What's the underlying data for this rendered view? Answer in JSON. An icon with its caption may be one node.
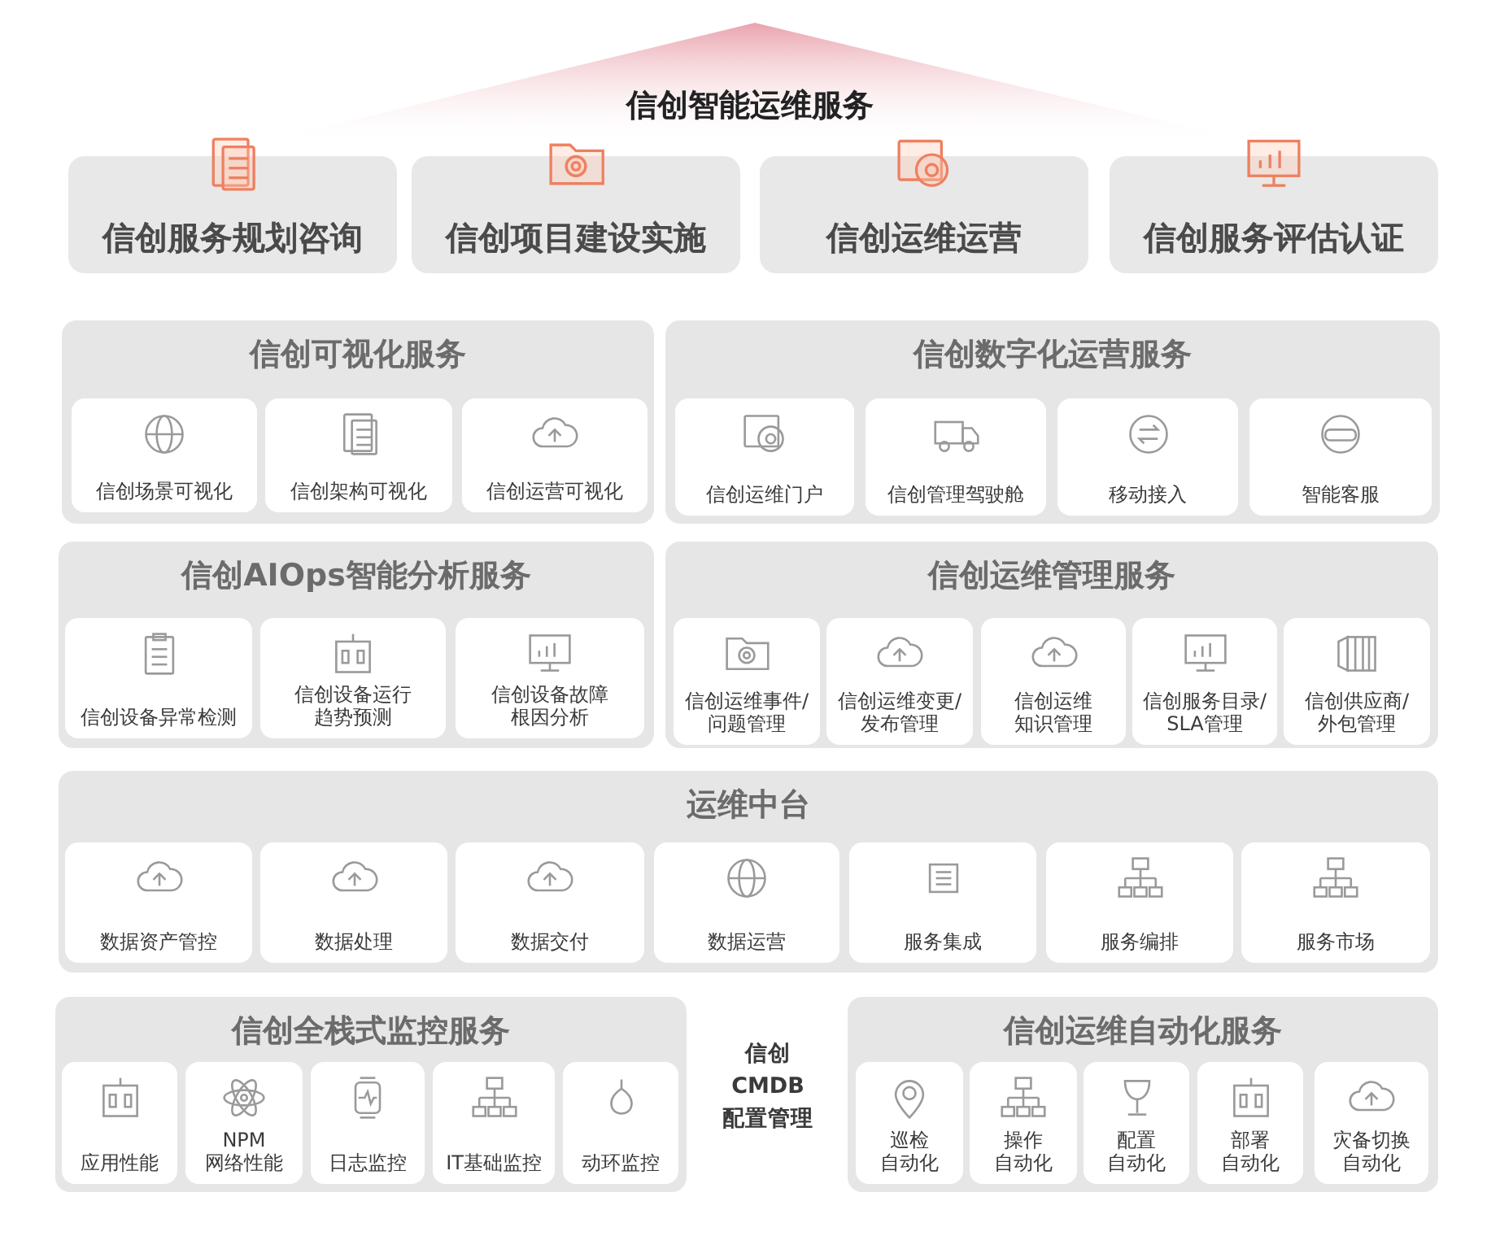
{
  "diagram": {
    "title": "信创智能运维服务",
    "nodes": [
      {
        "text": [
          "信创服务规划咨询"
        ]
      },
      {
        "text": [
          "信创项目建设实施"
        ]
      },
      {
        "text": [
          "信创运维运营"
        ]
      },
      {
        "text": [
          "信创服务评估认证"
        ]
      },
      {
        "text": [
          "信创可视化服务"
        ]
      },
      {
        "text": [
          "信创场景可视化"
        ],
        "in": 4
      },
      {
        "text": [
          "信创架构可视化"
        ],
        "in": 4
      },
      {
        "text": [
          "信创运营可视化"
        ],
        "in": 4
      },
      {
        "text": [
          "信创数字化运营服务"
        ]
      },
      {
        "text": [
          "信创运维门户"
        ],
        "in": 8
      },
      {
        "text": [
          "信创管理驾驶舱"
        ],
        "in": 8
      },
      {
        "text": [
          "移动接入"
        ],
        "in": 8
      },
      {
        "text": [
          "智能客服"
        ],
        "in": 8
      },
      {
        "text": [
          "信创AIOps智能分析服务"
        ]
      },
      {
        "text": [
          "信创设备异常检测"
        ],
        "in": 13
      },
      {
        "text": [
          "信创设备运行趋势预测"
        ],
        "in": 13
      },
      {
        "text": [
          "信创设备故障根因分析"
        ],
        "in": 13
      },
      {
        "text": [
          "信创运维管理服务"
        ]
      },
      {
        "text": [
          "信创运维事件/问题管理"
        ],
        "in": 17
      },
      {
        "text": [
          "信创运维变更/发布管理"
        ],
        "in": 17
      },
      {
        "text": [
          "信创运维知识管理"
        ],
        "in": 17
      },
      {
        "text": [
          "信创服务目录/SLA管理"
        ],
        "in": 17
      },
      {
        "text": [
          "信创供应商/外包管理"
        ],
        "in": 17
      },
      {
        "text": [
          "运维中台"
        ]
      },
      {
        "text": [
          "数据资产管控"
        ],
        "in": 23
      },
      {
        "text": [
          "数据处理"
        ],
        "in": 23
      },
      {
        "text": [
          "数据交付"
        ],
        "in": 23
      },
      {
        "text": [
          "数据运营"
        ],
        "in": 23
      },
      {
        "text": [
          "服务集成"
        ],
        "in": 23
      },
      {
        "text": [
          "服务编排"
        ],
        "in": 23
      },
      {
        "text": [
          "服务市场"
        ],
        "in": 23
      },
      {
        "text": [
          "信创全栈式监控服务"
        ]
      },
      {
        "text": [
          "应用性能"
        ],
        "in": 31
      },
      {
        "text": [
          "NPM 网络性能"
        ],
        "in": 31
      },
      {
        "text": [
          "日志监控"
        ],
        "in": 31
      },
      {
        "text": [
          "IT基础监控"
        ],
        "in": 31
      },
      {
        "text": [
          "动环监控"
        ],
        "in": 31
      },
      {
        "text": [
          "信创运维自动化服务"
        ]
      },
      {
        "text": [
          "巡检自动化"
        ],
        "in": 37
      },
      {
        "text": [
          "操作自动化"
        ],
        "in": 37
      },
      {
        "text": [
          "配置自动化"
        ],
        "in": 37
      },
      {
        "text": [
          "部署自动化"
        ],
        "in": 37
      },
      {
        "text": [
          "灾备切换自动化"
        ],
        "in": 37
      }
    ],
    "labels": [
      "信创 CMDB 配置管理"
    ]
  }
}
